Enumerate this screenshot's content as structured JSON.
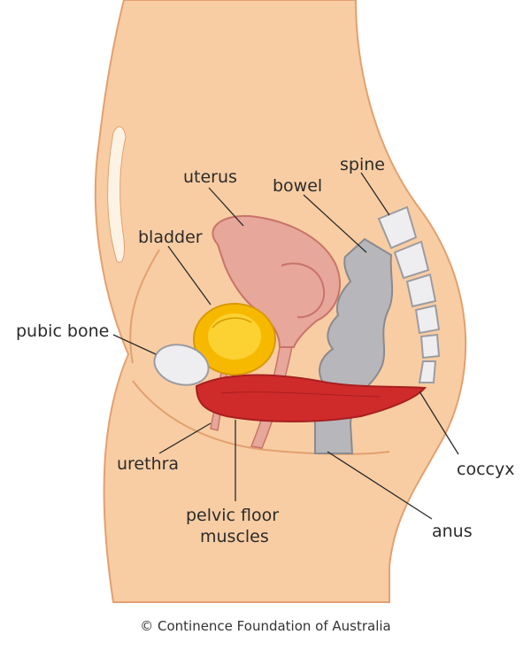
{
  "labels": {
    "uterus": "uterus",
    "bowel": "bowel",
    "spine": "spine",
    "bladder": "bladder",
    "pubic_bone": "pubic bone",
    "urethra": "urethra",
    "pelvic_floor_line1": "pelvic floor",
    "pelvic_floor_line2": "muscles",
    "coccyx": "coccyx",
    "anus": "anus"
  },
  "credit": "© Continence Foundation of Australia",
  "colors": {
    "skin": "#f8cda3",
    "skin_outline": "#e3a070",
    "uterus": "#e7a79a",
    "uterus_outline": "#c87468",
    "bladder": "#f7b900",
    "bladder_inner": "#fbd232",
    "bone": "#eeeef0",
    "bowel": "#b7b7bb",
    "muscle": "#cf2b2b",
    "muscle_dark": "#a81f1f"
  }
}
